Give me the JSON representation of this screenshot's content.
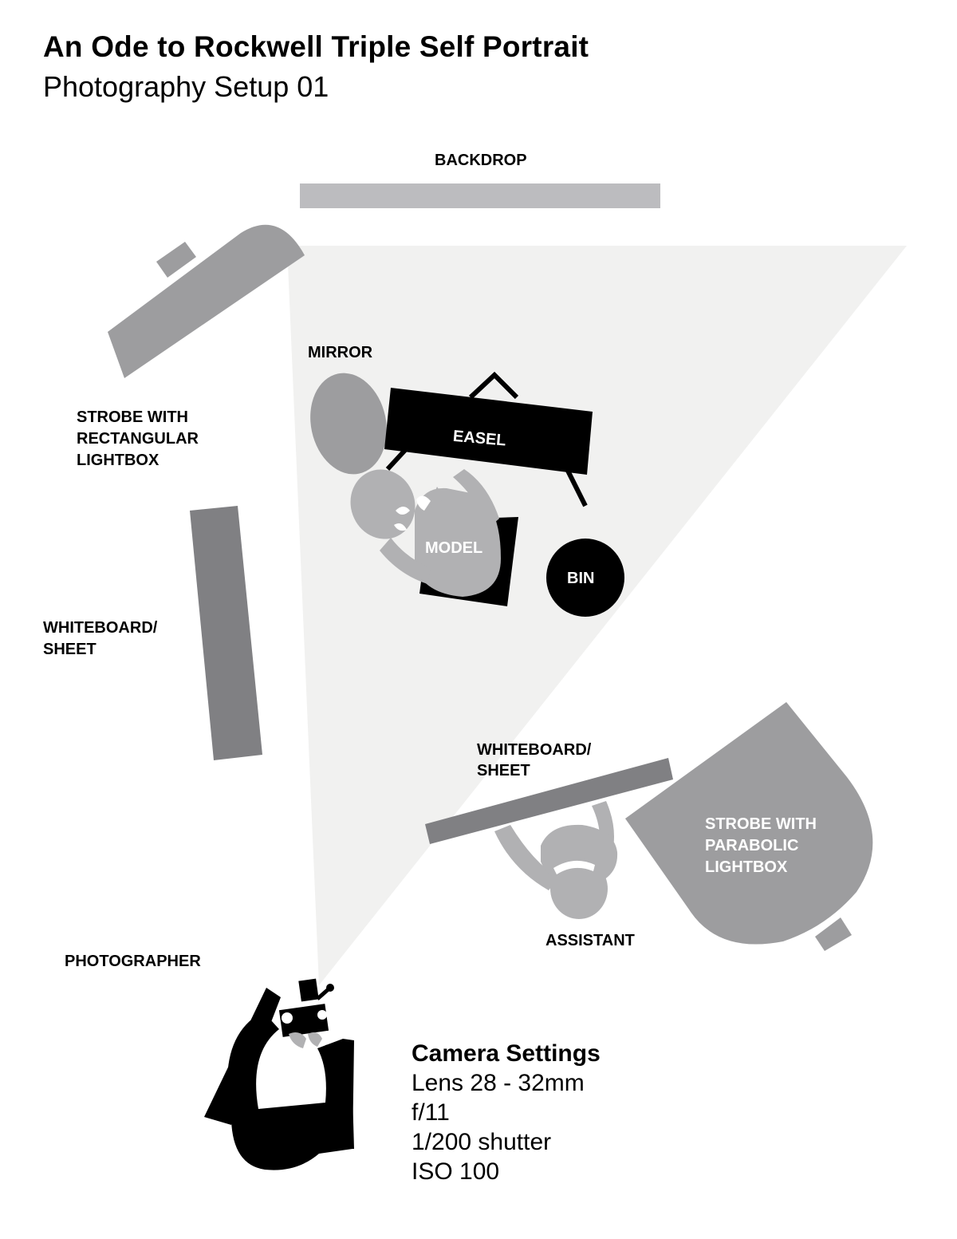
{
  "title": "An Ode to Rockwell Triple Self Portrait",
  "subtitle": "Photography Setup 01",
  "labels": {
    "backdrop": "BACKDROP",
    "mirror": "MIRROR",
    "easel": "EASEL",
    "model": "MODEL",
    "bin": "BIN",
    "strobe_rect": [
      "STROBE WITH",
      "RECTANGULAR",
      "LIGHTBOX"
    ],
    "whiteboard_left": [
      "WHITEBOARD/",
      "SHEET"
    ],
    "whiteboard_right": [
      "WHITEBOARD/",
      "SHEET"
    ],
    "strobe_parabolic": [
      "STROBE WITH",
      "PARABOLIC",
      "LIGHTBOX"
    ],
    "assistant": "ASSISTANT",
    "photographer": "PHOTOGRAPHER"
  },
  "camera_settings": {
    "title": "Camera Settings",
    "lens": "Lens 28 - 32mm",
    "aperture": "f/11",
    "shutter": "1/200 shutter",
    "iso": "ISO 100"
  },
  "colors": {
    "light_cone": "#f1f1f0",
    "backdrop": "#bcbcbf",
    "strobe": "#9d9d9f",
    "whiteboard": "#808083",
    "figure": "#b1b1b3",
    "dark": "#000000"
  }
}
